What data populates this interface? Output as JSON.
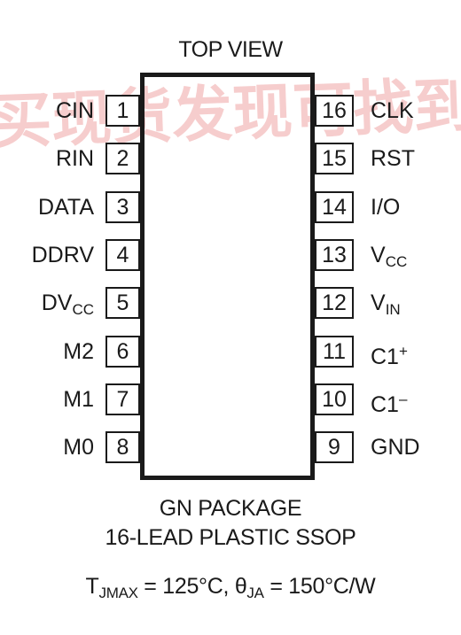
{
  "diagram": {
    "top_label": "TOP VIEW",
    "left_pins": [
      {
        "number": "1",
        "name": "CIN",
        "sub": ""
      },
      {
        "number": "2",
        "name": "RIN",
        "sub": ""
      },
      {
        "number": "3",
        "name": "DATA",
        "sub": ""
      },
      {
        "number": "4",
        "name": "DDRV",
        "sub": ""
      },
      {
        "number": "5",
        "name": "DV",
        "sub": "CC"
      },
      {
        "number": "6",
        "name": "M2",
        "sub": ""
      },
      {
        "number": "7",
        "name": "M1",
        "sub": ""
      },
      {
        "number": "8",
        "name": "M0",
        "sub": ""
      }
    ],
    "right_pins": [
      {
        "number": "16",
        "name": "CLK",
        "sub": "",
        "sup": ""
      },
      {
        "number": "15",
        "name": "RST",
        "sub": "",
        "sup": ""
      },
      {
        "number": "14",
        "name": "I/O",
        "sub": "",
        "sup": ""
      },
      {
        "number": "13",
        "name": "V",
        "sub": "CC",
        "sup": ""
      },
      {
        "number": "12",
        "name": "V",
        "sub": "IN",
        "sup": ""
      },
      {
        "number": "11",
        "name": "C1",
        "sub": "",
        "sup": "+"
      },
      {
        "number": "10",
        "name": "C1",
        "sub": "",
        "sup": "–"
      },
      {
        "number": "9",
        "name": "GND",
        "sub": "",
        "sup": ""
      }
    ],
    "package_line1": "GN PACKAGE",
    "package_line2": "16-LEAD PLASTIC SSOP",
    "thermal": {
      "t_symbol": "T",
      "t_sub": "JMAX",
      "t_value": " = 125°C, ",
      "theta_symbol": "θ",
      "theta_sub": "JA",
      "theta_value": " = 150°C/W"
    },
    "colors": {
      "ink": "#1a1a1a",
      "watermark": "#f0a6a6",
      "background": "#ffffff"
    },
    "watermark_text": "买现货发现可找到深圳立维创展科技"
  }
}
